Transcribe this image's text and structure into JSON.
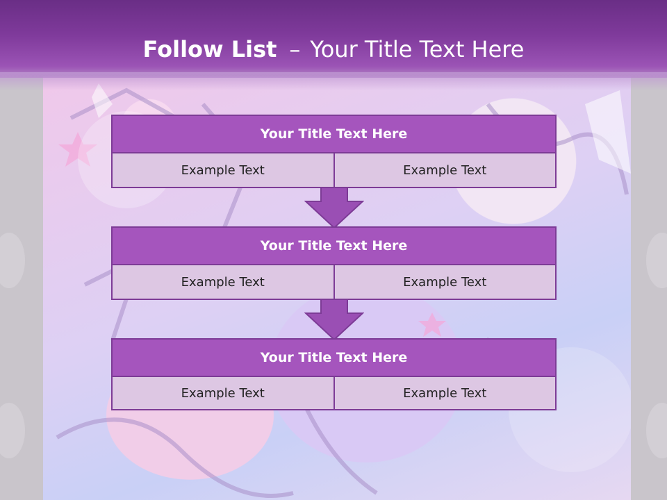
{
  "slide": {
    "title_bold": "Follow List",
    "title_separator": "–",
    "title_rest": "Your Title Text Here"
  },
  "blocks": [
    {
      "title": "Your Title Text Here",
      "cells": [
        "Example Text",
        "Example Text"
      ]
    },
    {
      "title": "Your Title Text Here",
      "cells": [
        "Example Text",
        "Example Text"
      ]
    },
    {
      "title": "Your Title Text Here",
      "cells": [
        "Example Text",
        "Example Text"
      ]
    }
  ],
  "colors": {
    "header": "#7f3a9b",
    "block_title_fill": "#a555bd",
    "block_border": "#7d3b96",
    "cell_fill": "#ddc7e3",
    "arrow_fill": "#9a4fb4"
  }
}
